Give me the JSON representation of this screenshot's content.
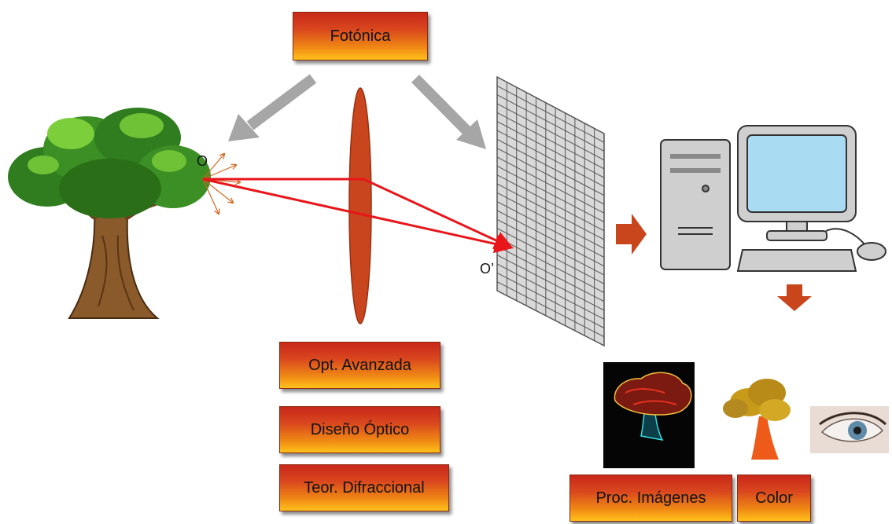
{
  "labels": {
    "fotonica": "Fotónica",
    "opt_avanzada": "Opt. Avanzada",
    "diseno_optico": "Diseño Óptico",
    "teor_difraccional": "Teor. Difraccional",
    "proc_imagenes": "Proc. Imágenes",
    "color": "Color"
  },
  "points": {
    "object": "O",
    "image": "O’"
  },
  "colors": {
    "ray": "#e8161b",
    "lens": "#c9451d",
    "arrow_gray": "#a6a6a6",
    "flow_arrow": "#c9461d",
    "label_top": "#c8281a",
    "label_bottom": "#ffc21a"
  },
  "icons": [
    "tree-icon",
    "lens-icon",
    "sensor-grid-icon",
    "computer-icon",
    "processed-tree-image",
    "color-tree-image",
    "eye-image"
  ]
}
